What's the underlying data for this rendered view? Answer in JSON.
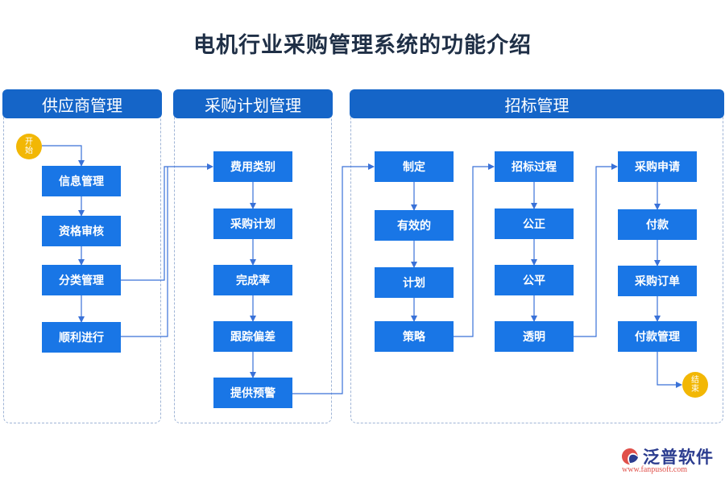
{
  "title": "电机行业采购管理系统的功能介绍",
  "panels": {
    "supplier": "供应商管理",
    "plan": "采购计划管理",
    "bidding": "招标管理"
  },
  "nodes": {
    "start": "开始",
    "end": "结束",
    "col1": [
      "信息管理",
      "资格审核",
      "分类管理",
      "顺利进行"
    ],
    "col2": [
      "费用类别",
      "采购计划",
      "完成率",
      "跟踪偏差",
      "提供预警"
    ],
    "col3": [
      "制定",
      "有效的",
      "计划",
      "策略"
    ],
    "col4": [
      "招标过程",
      "公正",
      "公平",
      "透明"
    ],
    "col5": [
      "采购申请",
      "付款",
      "采购订单",
      "付款管理"
    ]
  },
  "logo": {
    "name": "泛普软件",
    "url": "www.fanpusoft.com"
  },
  "colors": {
    "header": "#1565c8",
    "box": "#1976e6",
    "circle": "#f2b705",
    "line": "#3a72d8",
    "border": "#9fb4d6"
  }
}
